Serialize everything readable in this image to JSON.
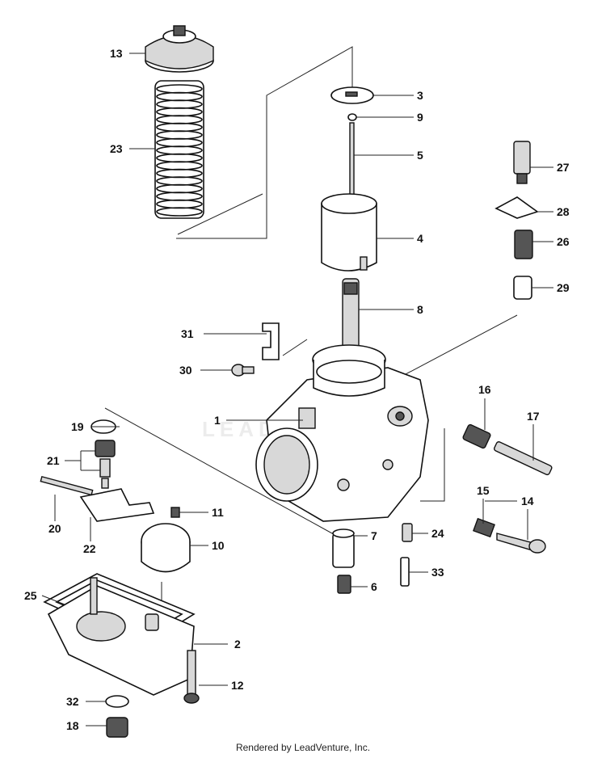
{
  "watermark": "LEADVENTURE",
  "footer": "Rendered by LeadVenture, Inc.",
  "callouts": {
    "c1": "1",
    "c2": "2",
    "c3": "3",
    "c4": "4",
    "c5": "5",
    "c6": "6",
    "c7": "7",
    "c8": "8",
    "c9": "9",
    "c10": "10",
    "c11": "11",
    "c12": "12",
    "c13": "13",
    "c14": "14",
    "c15": "15",
    "c16": "16",
    "c17": "17",
    "c18": "18",
    "c19": "19",
    "c20": "20",
    "c21": "21",
    "c22": "22",
    "c23": "23",
    "c24": "24",
    "c25": "25",
    "c26": "26",
    "c27": "27",
    "c28": "28",
    "c29": "29",
    "c30": "30",
    "c31": "31",
    "c32": "32",
    "c33": "33"
  }
}
